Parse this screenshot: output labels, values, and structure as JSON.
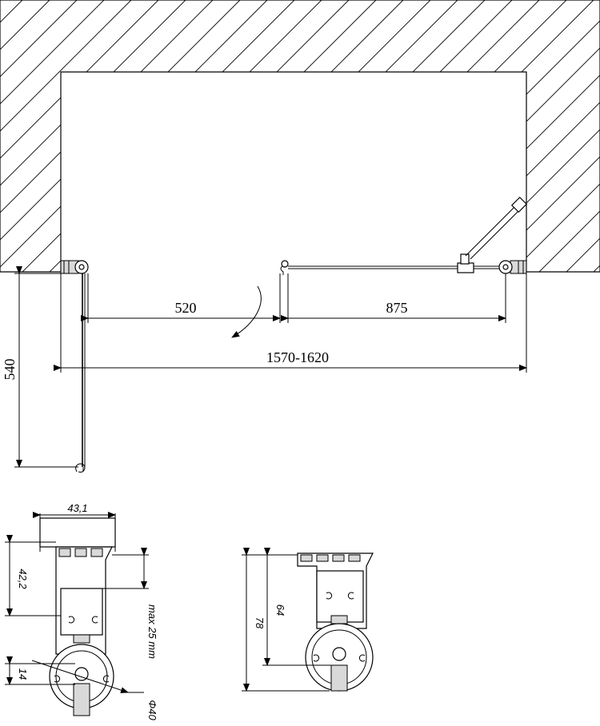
{
  "plan_view": {
    "door_width": "520",
    "fixed_panel_width": "875",
    "total_width": "1570-1620",
    "door_depth": "540"
  },
  "profile_left": {
    "width": "43,1",
    "height": "42,2",
    "max_adjust": "max 25 mm",
    "offset": "14",
    "diameter": "Φ40"
  },
  "profile_right": {
    "total_height": "78",
    "inner_height": "64"
  }
}
